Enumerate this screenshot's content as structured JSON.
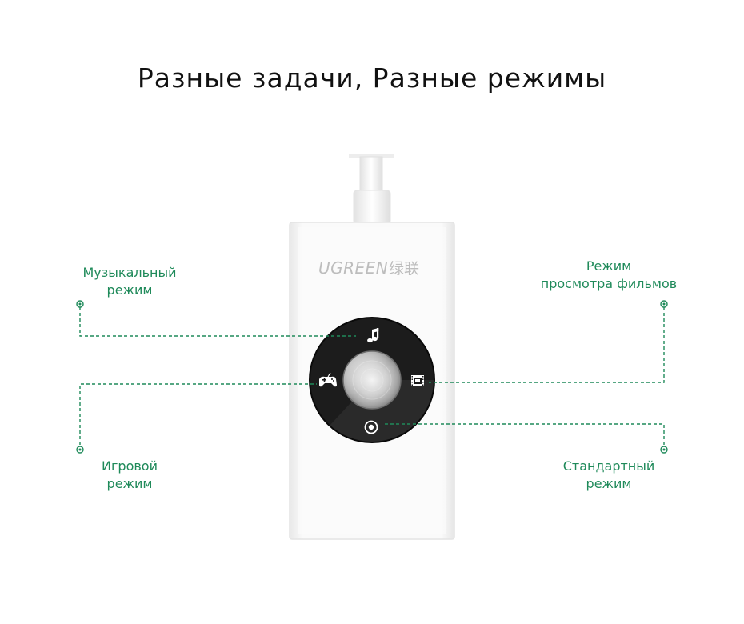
{
  "title": "Разные задачи, Разные режимы",
  "device": {
    "brand": "UGREEN",
    "brand_cn": "绿联"
  },
  "modes": {
    "music": {
      "line1": "Музыкальный",
      "line2": "режим",
      "icon": "music-note-icon"
    },
    "movie": {
      "line1": "Режим",
      "line2": "просмотра фильмов",
      "icon": "film-strip-icon"
    },
    "game": {
      "line1": "Игровой",
      "line2": "режим",
      "icon": "gamepad-icon"
    },
    "standard": {
      "line1": "Стандартный",
      "line2": "режим",
      "icon": "circle-target-icon"
    }
  },
  "colors": {
    "accent": "#1f8a5a",
    "knob": "#1b1b1b",
    "device_body": "#f6f6f6"
  }
}
